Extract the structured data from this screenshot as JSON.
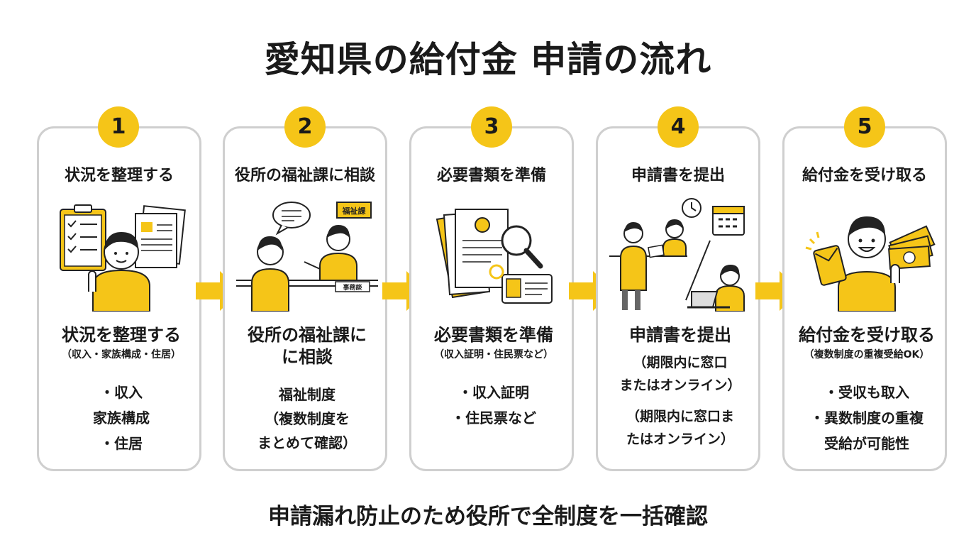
{
  "title": "愛知県の給付金 申請の流れ",
  "footer": "申請漏れ防止のため役所で全制度を一括確認",
  "colors": {
    "accent": "#f5c518",
    "border": "#cfcfcf",
    "text": "#1a1a1a"
  },
  "steps": [
    {
      "number": "1",
      "title": "状況を整理する",
      "heading": "状況を整理する",
      "sub": "（収入・家族構成・住居）",
      "lines": [
        "・収入",
        "家族構成",
        "・住居"
      ],
      "illustration": "checklist-person-icon"
    },
    {
      "number": "2",
      "title": "役所の福祉課に相談",
      "heading": "役所の福祉課に\nに相談",
      "sub": "",
      "lines": [
        "福祉制度",
        "（複数制度を",
        "まとめて確認）"
      ],
      "sign_label": "福祉課",
      "desk_label": "事務談",
      "illustration": "office-consultation-icon"
    },
    {
      "number": "3",
      "title": "必要書類を準備",
      "heading": "必要書類を準備",
      "sub": "（収入証明・住民票など）",
      "lines": [
        "・収入証明",
        "・住民票など"
      ],
      "illustration": "documents-magnifier-icon"
    },
    {
      "number": "4",
      "title": "申請書を提出",
      "heading": "申請書を提出",
      "sub": "",
      "lines": [
        "（期限内に窓口",
        "またはオンライン）",
        "（期限内に窓口ま",
        "たはオンライン）"
      ],
      "illustration": "submit-application-icon"
    },
    {
      "number": "5",
      "title": "給付金を受け取る",
      "heading": "給付金を受け取る",
      "sub": "（複数制度の重複受給OK）",
      "lines": [
        "・受収も取入",
        "・異数制度の重複",
        "受給が可能性"
      ],
      "illustration": "receive-money-icon"
    }
  ]
}
